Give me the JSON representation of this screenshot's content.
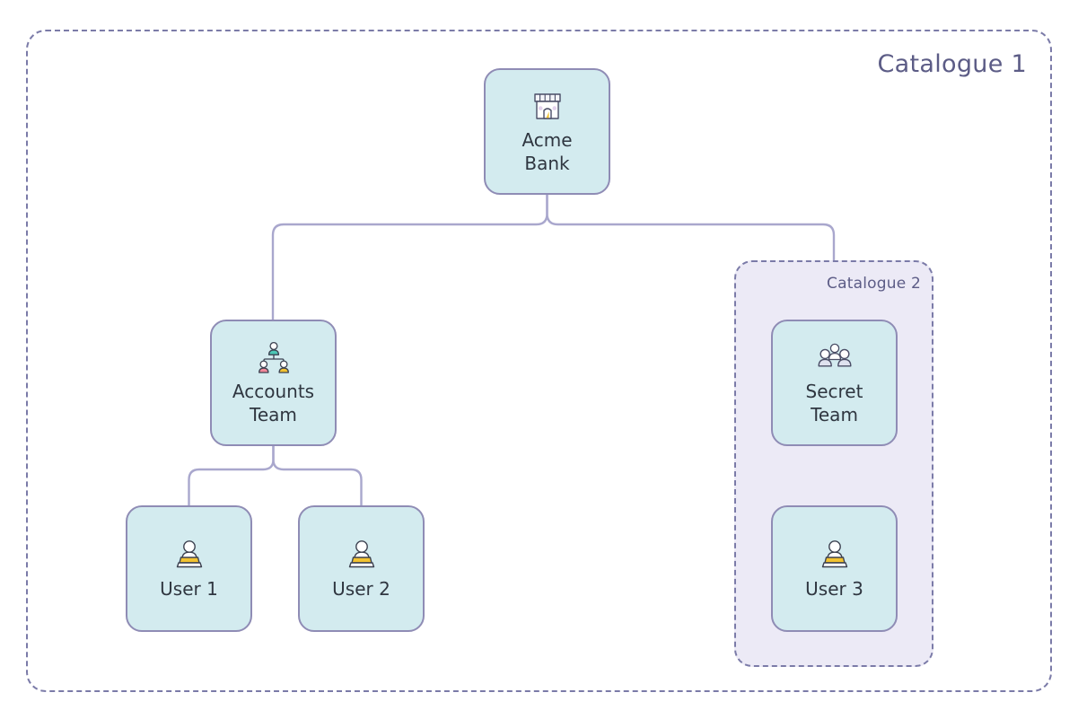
{
  "diagram": {
    "type": "org-hierarchy-tree",
    "background_color": "#ffffff",
    "node_fill_color": "#d3ebef",
    "node_border_color": "#8f8cb5",
    "edge_color": "#a9a7cd",
    "catalogue_border_color": "#7b7ba8",
    "catalogue_label_color": "#5c5c86",
    "node_text_color": "#2f3640"
  },
  "catalogues": {
    "outer": {
      "label": "Catalogue 1",
      "fill": "transparent",
      "border_style": "dashed"
    },
    "inner": {
      "label": "Catalogue 2",
      "fill": "#eceaf6",
      "border_style": "dashed"
    }
  },
  "nodes": [
    {
      "id": "acme-bank",
      "label": "Acme\nBank",
      "icon": "store-icon",
      "level": 0
    },
    {
      "id": "accounts-team",
      "label": "Accounts\nTeam",
      "icon": "team-hierarchy-icon",
      "level": 1
    },
    {
      "id": "secret-team",
      "label": "Secret\nTeam",
      "icon": "people-group-icon",
      "level": 1
    },
    {
      "id": "user-1",
      "label": "User 1",
      "icon": "user-laptop-icon",
      "level": 2
    },
    {
      "id": "user-2",
      "label": "User 2",
      "icon": "user-laptop-icon",
      "level": 2
    },
    {
      "id": "user-3",
      "label": "User 3",
      "icon": "user-laptop-icon",
      "level": 2
    }
  ],
  "edges": [
    {
      "from": "acme-bank",
      "to": "accounts-team"
    },
    {
      "from": "acme-bank",
      "to": "catalogue-2"
    },
    {
      "from": "accounts-team",
      "to": "user-1"
    },
    {
      "from": "accounts-team",
      "to": "user-2"
    }
  ]
}
